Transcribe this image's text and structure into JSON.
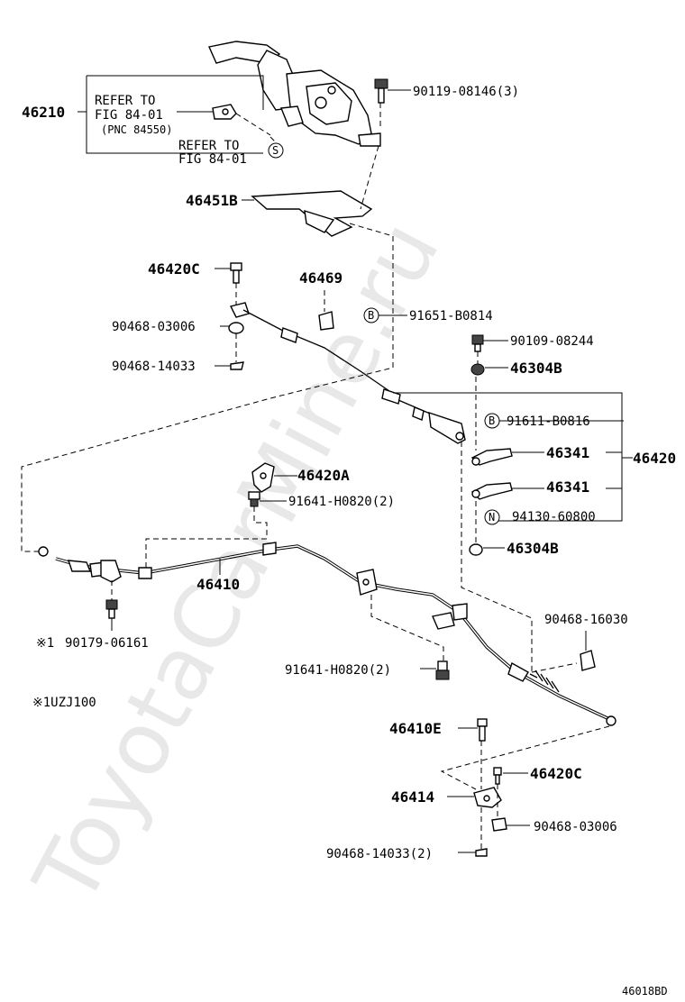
{
  "watermark": "ToyotaCarMine.ru",
  "figure_code": "46018BD",
  "labels": {
    "p46210": "46210",
    "refer1_line1": "REFER TO",
    "refer1_line2": "FIG 84-01",
    "refer1_line3": "(PNC 84550)",
    "refer2_line1": "REFER TO",
    "refer2_line2": "FIG 84-01",
    "p90119": "90119-08146(3)",
    "p46451B": "46451B",
    "p46420C_top": "46420C",
    "p46469": "46469",
    "p91651": "91651-B0814",
    "p90468_03006_top": "90468-03006",
    "p90109": "90109-08244",
    "p46304B_top": "46304B",
    "p90468_14033_top": "90468-14033",
    "p91611": "91611-B0816",
    "p46341_a": "46341",
    "p46420": "46420",
    "p46420A": "46420A",
    "p46341_b": "46341",
    "p91641_top": "91641-H0820(2)",
    "p94130": "94130-60800",
    "p46304B_bot": "46304B",
    "p46410": "46410",
    "p90468_16030": "90468-16030",
    "mark1": "※1",
    "p90179": "90179-06161",
    "p91641_bot": "91641-H0820(2)",
    "note1": "※1UZJ100",
    "p46410E": "46410E",
    "p46420C_bot": "46420C",
    "p46414": "46414",
    "p90468_03006_bot": "90468-03006",
    "p90468_14033_bot": "90468-14033(2)"
  },
  "circle_marks": {
    "s": "S",
    "b_top": "B",
    "b_mid": "B",
    "n": "N"
  }
}
